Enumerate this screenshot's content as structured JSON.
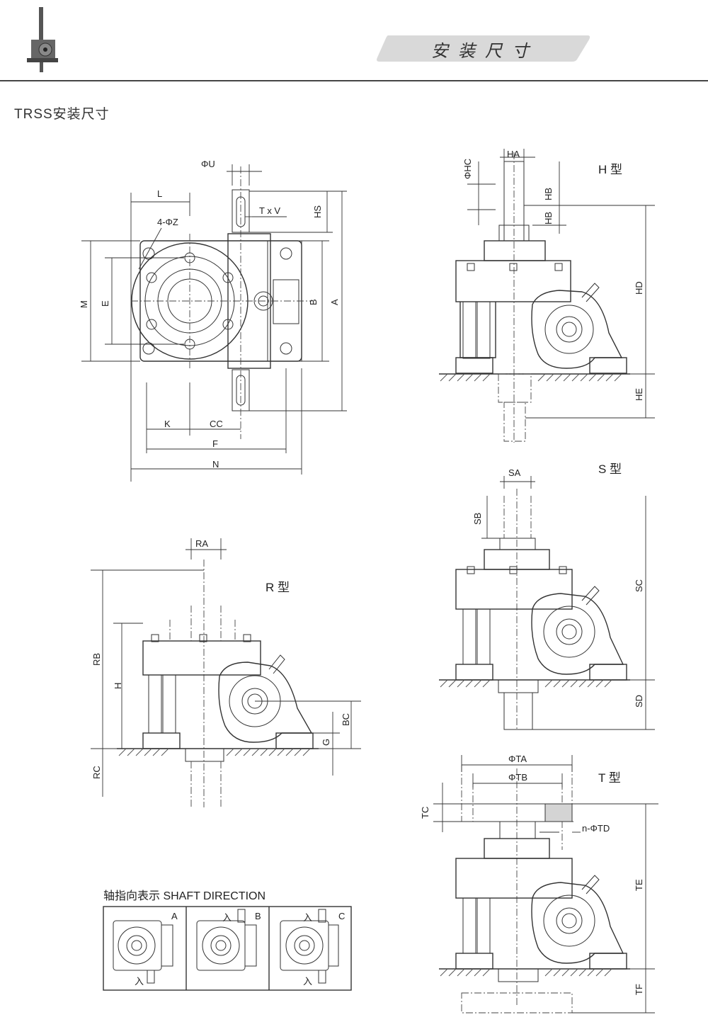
{
  "header": {
    "section_title": "安装尺寸",
    "page_title": "TRSS安装尺寸"
  },
  "top_view": {
    "labels": {
      "phi_u": "ΦU",
      "l": "L",
      "four_phi_z": "4-ΦZ",
      "txv": "T x V",
      "hs": "HS",
      "m": "M",
      "e": "E",
      "b": "B",
      "a": "A",
      "k": "K",
      "cc": "CC",
      "f": "F",
      "n": "N"
    }
  },
  "h_type": {
    "title": "H 型",
    "labels": {
      "ha": "HA",
      "phi_hc": "ΦHC",
      "hb1": "HB",
      "hb2": "HB",
      "hd": "HD",
      "he": "HE"
    }
  },
  "s_type": {
    "title": "S 型",
    "labels": {
      "sa": "SA",
      "sb": "SB",
      "sc": "SC",
      "sd": "SD"
    }
  },
  "r_type": {
    "title": "R 型",
    "labels": {
      "ra": "RA",
      "rb": "RB",
      "h": "H",
      "bc": "BC",
      "g": "G",
      "rc": "RC"
    }
  },
  "t_type": {
    "title": "T 型",
    "labels": {
      "phi_ta": "ΦTA",
      "phi_tb": "ΦTB",
      "tc": "TC",
      "n_phi_td": "n-ΦTD",
      "te": "TE",
      "tf": "TF"
    }
  },
  "shaft_direction": {
    "title": "轴指向表示 SHAFT DIRECTION",
    "options": [
      {
        "letter": "A",
        "input": "入"
      },
      {
        "letter": "B",
        "input": "入"
      },
      {
        "letter": "C",
        "input": "入"
      }
    ],
    "extra_input": "入"
  }
}
